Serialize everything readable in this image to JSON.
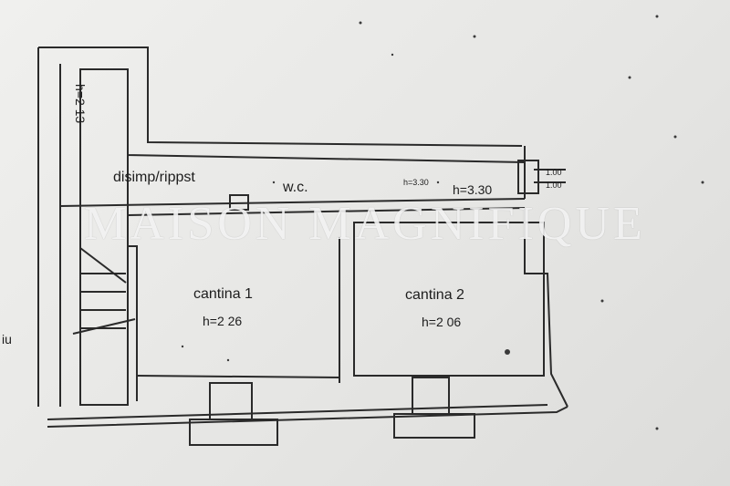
{
  "plan": {
    "rooms": [
      {
        "id": "disimp",
        "name": "disimp/rippst"
      },
      {
        "id": "wc",
        "name": "w.c."
      },
      {
        "id": "cantina1",
        "name": "cantina 1",
        "height": "h=2 26"
      },
      {
        "id": "cantina2",
        "name": "cantina 2",
        "height": "h=2 06"
      }
    ],
    "heights": {
      "vertical": "h=2 13",
      "corridor_small": "h=3.30",
      "corridor_main": "h=3.30"
    },
    "dimensions": {
      "top": "1.00",
      "bottom": "1.00"
    },
    "edge_text": "iu"
  },
  "watermark": "MAISON MAGNIFIQUE"
}
